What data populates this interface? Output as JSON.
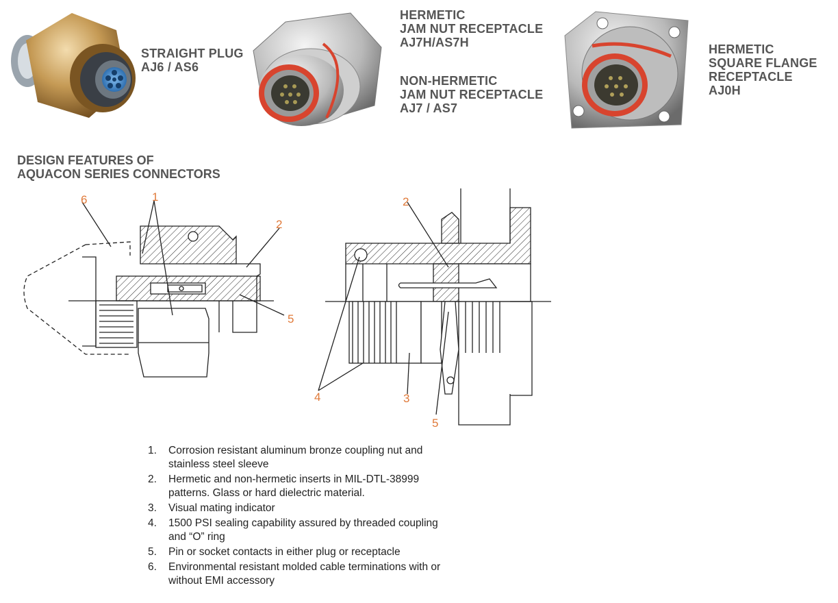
{
  "products": [
    {
      "lines": [
        "STRAIGHT PLUG",
        "AJ6 / AS6"
      ]
    },
    {
      "lines": [
        "HERMETIC",
        "JAM NUT RECEPTACLE",
        "AJ7H/AS7H"
      ]
    },
    {
      "lines": [
        "NON-HERMETIC",
        "JAM NUT RECEPTACLE",
        "AJ7 / AS7"
      ]
    },
    {
      "lines": [
        "HERMETIC",
        "SQUARE FLANGE",
        "RECEPTACLE",
        "AJ0H"
      ]
    }
  ],
  "section_heading": [
    "DESIGN FEATURES OF",
    "AQUACON SERIES CONNECTORS"
  ],
  "callouts": {
    "left": [
      "6",
      "1",
      "2",
      "5"
    ],
    "right": [
      "2",
      "4",
      "3",
      "5"
    ]
  },
  "features": [
    {
      "num": "1.",
      "text_line1": "Corrosion resistant aluminum bronze coupling nut and",
      "text_line2": "stainless steel sleeve"
    },
    {
      "num": "2.",
      "text_line1": "Hermetic and non-hermetic inserts in MIL-DTL-38999",
      "text_line2": "patterns. Glass or hard dielectric material."
    },
    {
      "num": "3.",
      "text_line1": "Visual  mating indicator",
      "text_line2": ""
    },
    {
      "num": "4.",
      "text_line1": "1500 PSI sealing capability assured by threaded coupling",
      "text_line2": "and “O” ring"
    },
    {
      "num": "5.",
      "text_line1": "Pin or socket contacts in either plug or receptacle",
      "text_line2": ""
    },
    {
      "num": "6.",
      "text_line1": "Environmental resistant molded cable terminations with or",
      "text_line2": "without EMI accessory"
    }
  ],
  "colors": {
    "callout": "#e07a3a",
    "heading": "#555555",
    "body_text": "#222222",
    "seal_red": "#d8442e",
    "bronze": "#c59a55",
    "steel": "#c8c8c8"
  }
}
